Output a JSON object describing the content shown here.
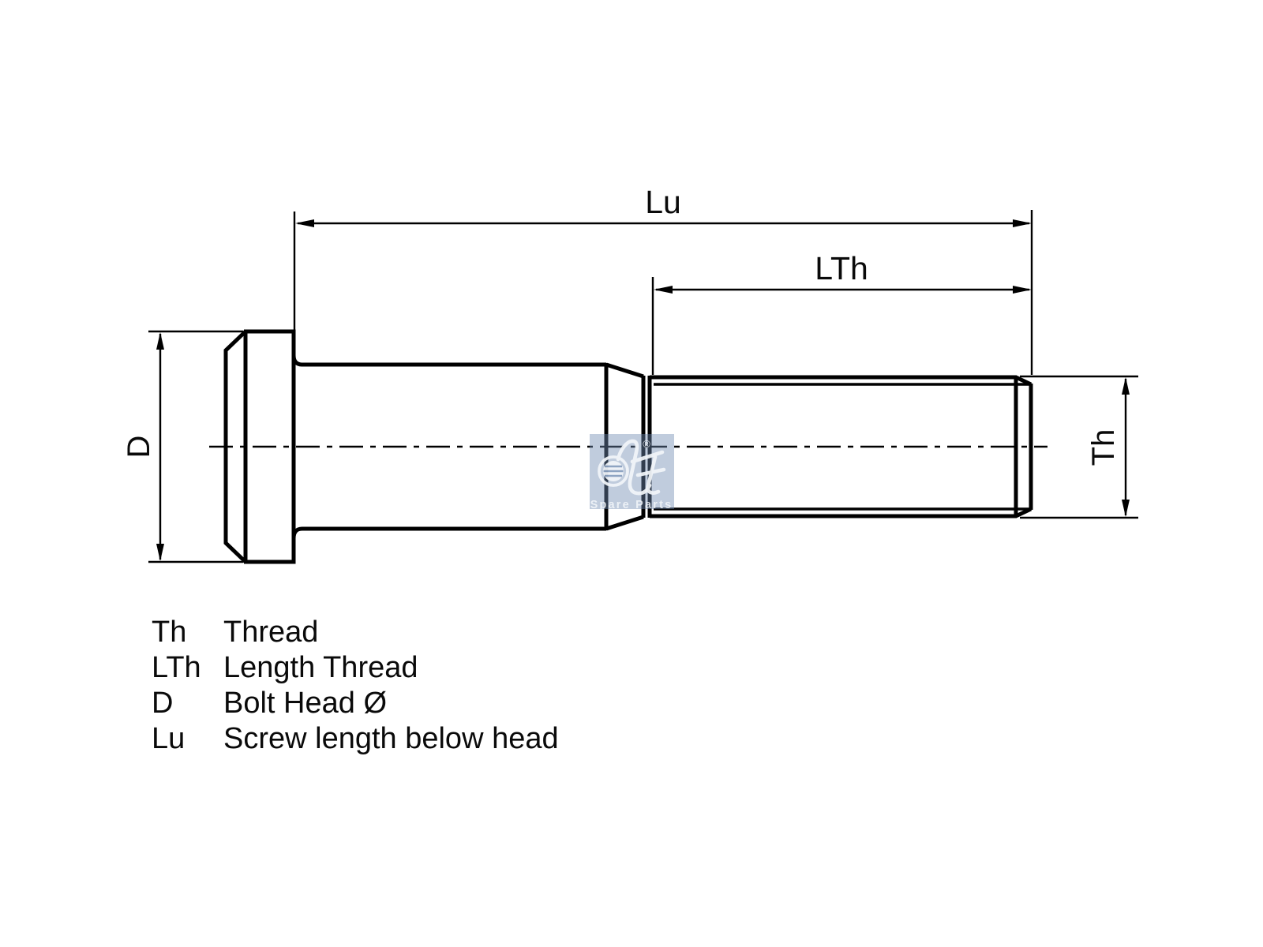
{
  "drawing": {
    "dimension_labels": {
      "lu": "Lu",
      "lth": "LTh",
      "d": "D",
      "th": "Th"
    },
    "legend": [
      {
        "abbr": "Th",
        "desc": "Thread"
      },
      {
        "abbr": "LTh",
        "desc": "Length Thread"
      },
      {
        "abbr": "D",
        "desc": "Bolt Head Ø"
      },
      {
        "abbr": "Lu",
        "desc": "Screw length below head"
      }
    ],
    "watermark": {
      "registered": "®",
      "subtitle": "Spare Parts"
    },
    "colors": {
      "line": "#000000",
      "background": "#ffffff",
      "watermark_blue": "#6f8ab1",
      "watermark_glyph": "#f2f5f9"
    }
  }
}
